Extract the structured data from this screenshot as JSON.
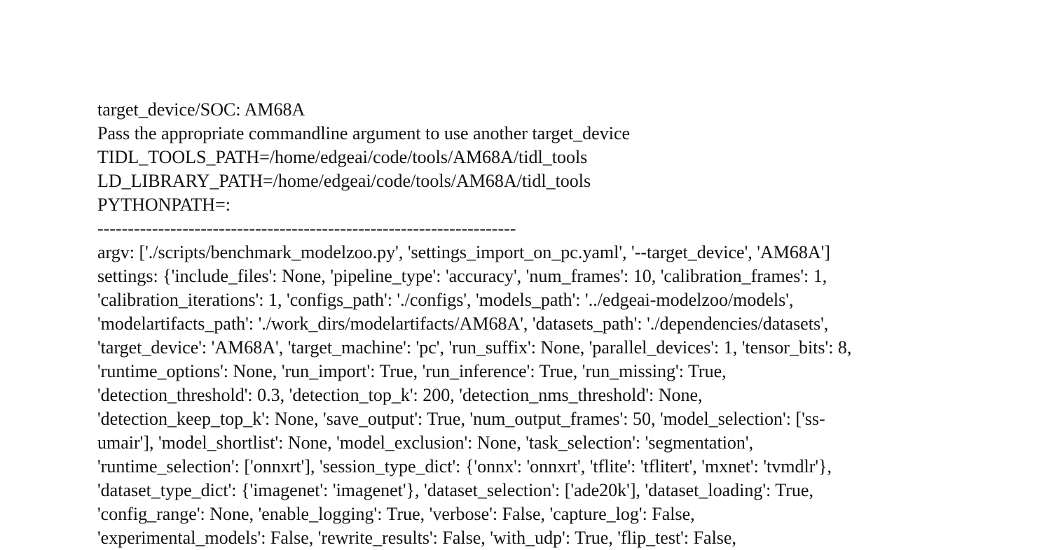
{
  "log": {
    "header_lines": [
      "target_device/SOC: AM68A",
      "Pass the appropriate commandline argument to use another target_device",
      "TIDL_TOOLS_PATH=/home/edgeai/code/tools/AM68A/tidl_tools",
      "LD_LIBRARY_PATH=/home/edgeai/code/tools/AM68A/tidl_tools",
      "PYTHONPATH=:"
    ],
    "separator": "---------------------------------------------------------------------",
    "argv_line": "argv: ['./scripts/benchmark_modelzoo.py', 'settings_import_on_pc.yaml', '--target_device', 'AM68A']",
    "settings_lines": [
      "settings: {'include_files': None, 'pipeline_type': 'accuracy', 'num_frames': 10, 'calibration_frames': 1,",
      "'calibration_iterations': 1, 'configs_path': './configs', 'models_path': '../edgeai-modelzoo/models',",
      "'modelartifacts_path': './work_dirs/modelartifacts/AM68A', 'datasets_path': './dependencies/datasets',",
      "'target_device': 'AM68A', 'target_machine': 'pc', 'run_suffix': None, 'parallel_devices': 1, 'tensor_bits': 8,",
      "'runtime_options': None, 'run_import': True, 'run_inference': True, 'run_missing': True,",
      "'detection_threshold': 0.3, 'detection_top_k': 200, 'detection_nms_threshold': None,",
      "'detection_keep_top_k': None, 'save_output': True, 'num_output_frames': 50, 'model_selection': ['ss-",
      "umair'], 'model_shortlist': None, 'model_exclusion': None, 'task_selection': 'segmentation',",
      "'runtime_selection': ['onnxrt'], 'session_type_dict': {'onnx': 'onnxrt', 'tflite': 'tflitert', 'mxnet': 'tvmdlr'},",
      "'dataset_type_dict': {'imagenet': 'imagenet'}, 'dataset_selection': ['ade20k'], 'dataset_loading': True,",
      "'config_range': None, 'enable_logging': True, 'verbose': False, 'capture_log': False,",
      "'experimental_models': False, 'rewrite_results': False, 'with_udp': True, 'flip_test': False,"
    ]
  }
}
